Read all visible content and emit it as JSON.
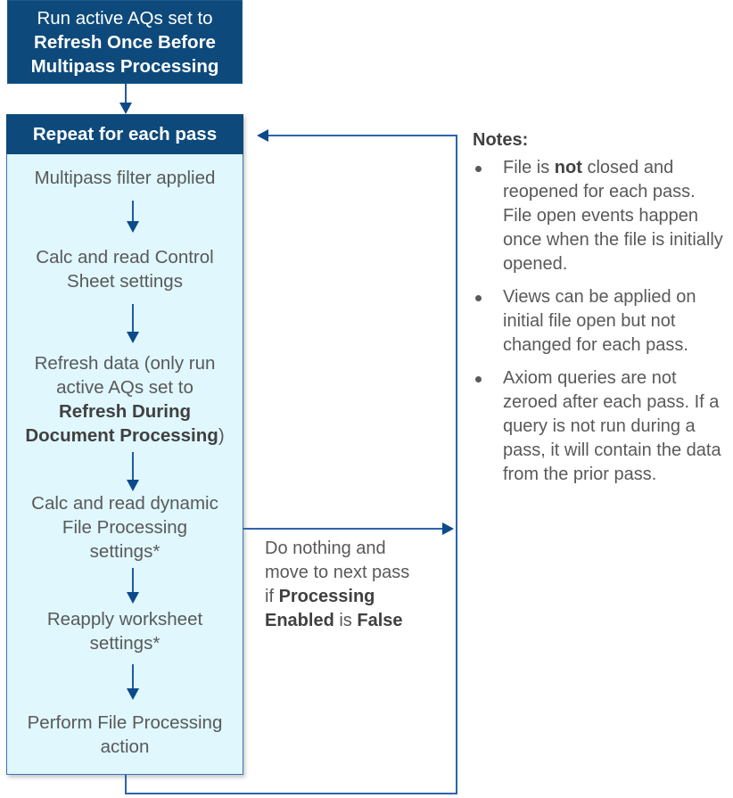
{
  "diagram": {
    "colors": {
      "header_bg": "#0d4a7b",
      "loop_bg": "#dff7fd",
      "border": "#3b72b8",
      "arrow": "#1f5aa6",
      "text": "#595959"
    },
    "top_box": {
      "line1": "Run active AQs set to",
      "line2": "Refresh Once Before",
      "line3": "Multipass Processing"
    },
    "loop": {
      "header": "Repeat for each pass",
      "steps": [
        {
          "text": "Multipass filter applied"
        },
        {
          "line1": "Calc and read Control",
          "line2": "Sheet settings"
        },
        {
          "line1": "Refresh data (only run",
          "line2": "active AQs set to",
          "bold1": "Refresh During",
          "bold2": "Document Processing",
          "suffix": ")"
        },
        {
          "line1": "Calc and read dynamic",
          "line2": "File Processing",
          "line3": "settings*"
        },
        {
          "line1": "Reapply worksheet",
          "line2": "settings*"
        },
        {
          "line1": "Perform File Processing",
          "line2": "action"
        }
      ]
    },
    "skip_note": {
      "line1": "Do nothing and",
      "line2": "move to next pass",
      "prefix3": "if ",
      "bold3": "Processing",
      "bold4": "Enabled",
      "mid4": " is ",
      "bold5": "False"
    },
    "notes": {
      "title": "Notes:",
      "items": [
        {
          "pre": "File is ",
          "bold": "not",
          "post": " closed and reopened for each pass. File open events happen once when the file is initially opened."
        },
        {
          "text": "Views can be applied on initial file open but not changed for each pass."
        },
        {
          "text": "Axiom queries are not zeroed after each pass. If a query is not run during a pass, it will contain the data from the prior pass."
        }
      ]
    }
  }
}
